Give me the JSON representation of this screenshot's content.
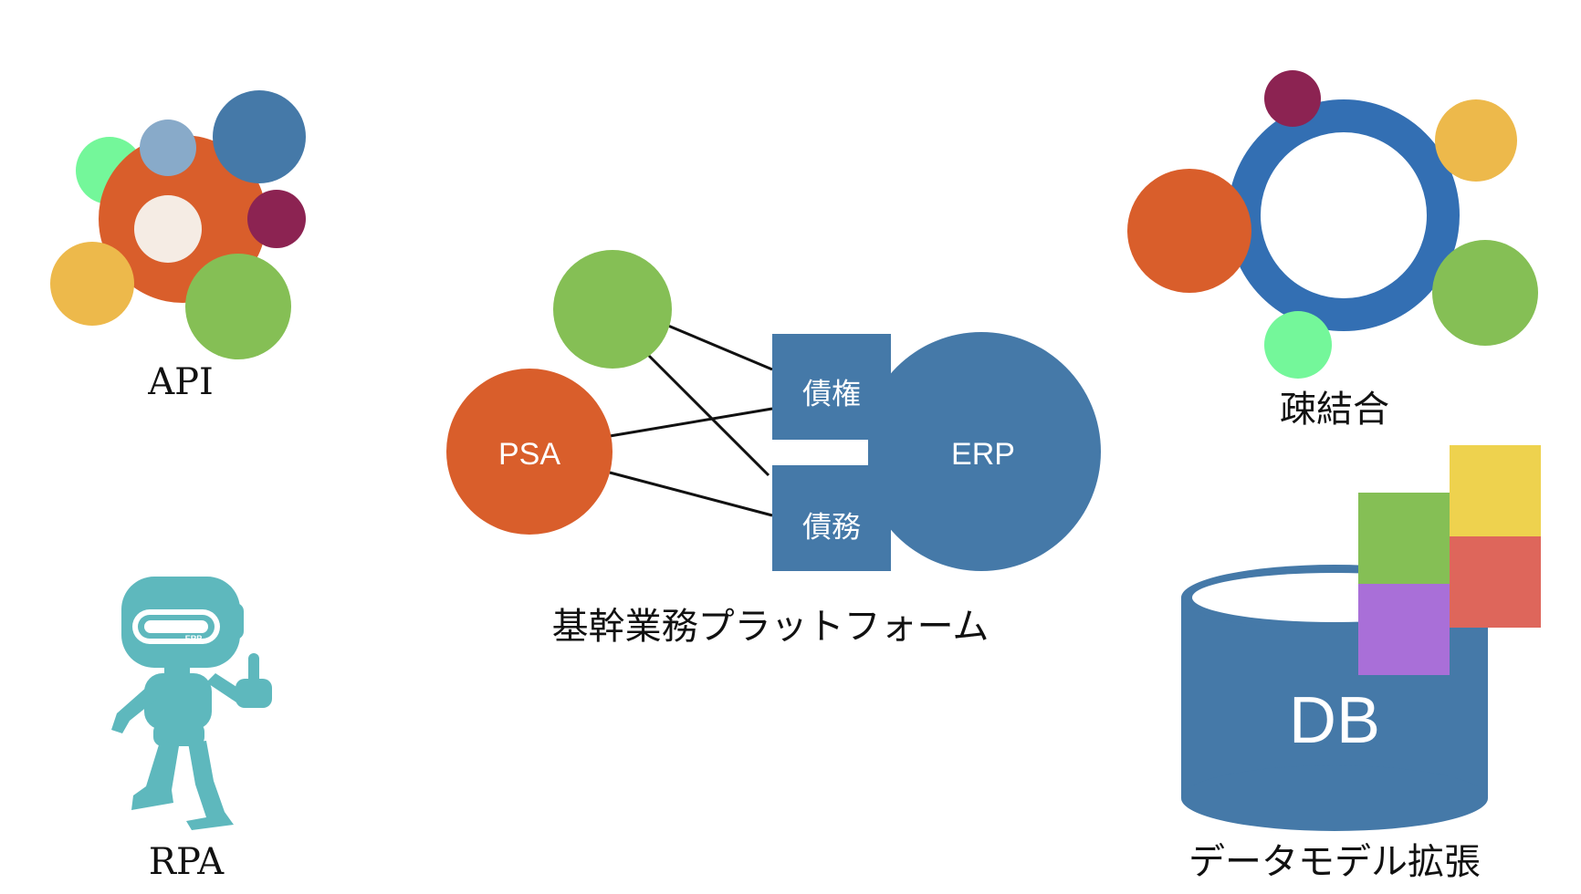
{
  "colors": {
    "orange": "#D95E2B",
    "blue": "#4579A8",
    "ring_blue": "#336FB3",
    "green": "#85BF55",
    "mint": "#74F79A",
    "light_blue": "#88AAC9",
    "plum": "#8C2352",
    "yellow_orange": "#EDB94B",
    "cream": "#F5ECE4",
    "teal": "#5EB8BD",
    "yellow": "#EED24E",
    "red": "#DE665B",
    "purple": "#A96FD8"
  },
  "api": {
    "label": "API"
  },
  "rpa": {
    "label": "RPA",
    "badge": "ERP"
  },
  "platform": {
    "label": "基幹業務プラットフォーム",
    "psa_label": "PSA",
    "erp_label": "ERP",
    "receivables_label": "債権",
    "payables_label": "債務"
  },
  "loose_coupling": {
    "label": "疎結合"
  },
  "data_model": {
    "label": "データモデル拡張",
    "db_label": "DB"
  }
}
